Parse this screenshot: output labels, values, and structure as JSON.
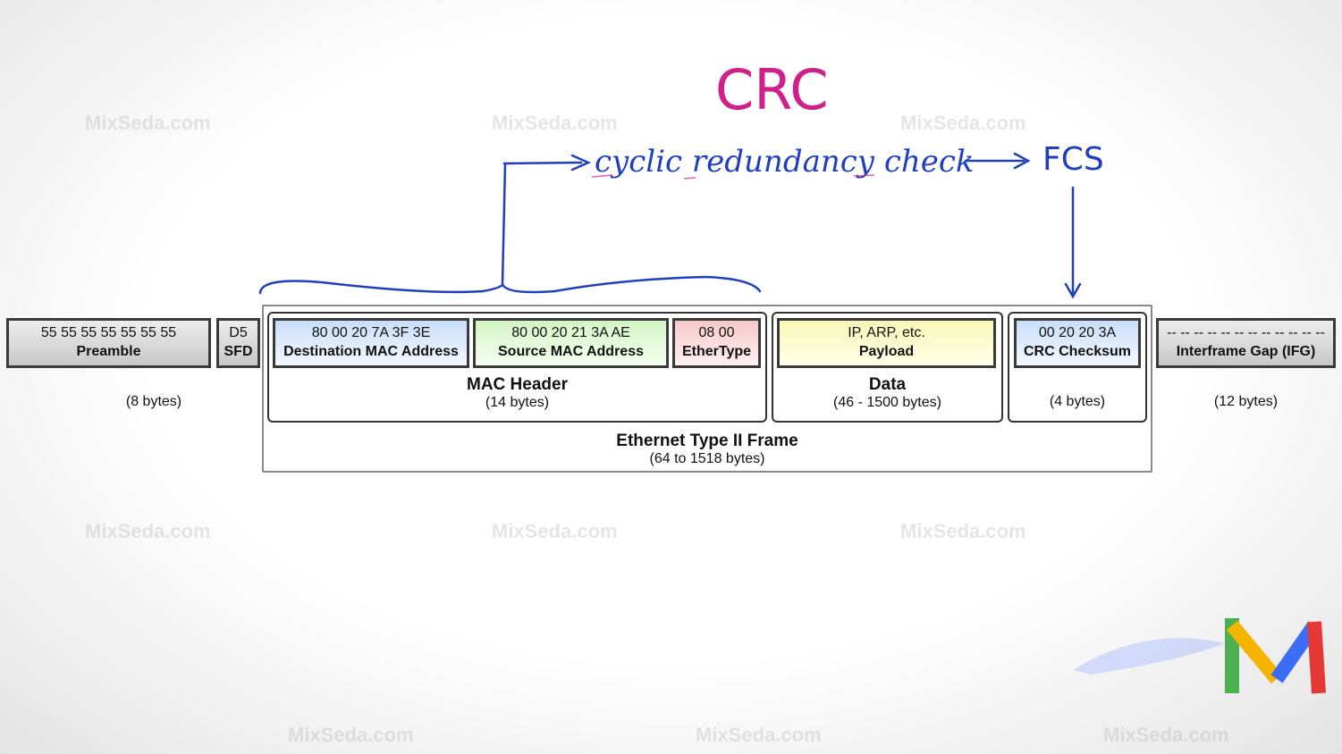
{
  "annotations": {
    "title": "CRC",
    "expansion": "cyclic redundancy check",
    "fcs": "FCS"
  },
  "fields": {
    "preamble": {
      "value": "55  55  55  55  55  55  55",
      "label": "Preamble",
      "size": "(8 bytes)"
    },
    "sfd": {
      "value": "D5",
      "label": "SFD"
    },
    "dest": {
      "value": "80  00  20  7A  3F  3E",
      "label": "Destination MAC Address"
    },
    "src": {
      "value": "80  00  20  21  3A  AE",
      "label": "Source MAC Address"
    },
    "ethertype": {
      "value": "08  00",
      "label": "EtherType"
    },
    "payload": {
      "value": "IP, ARP, etc.",
      "label": "Payload"
    },
    "crc": {
      "value": "00  20  20  3A",
      "label": "CRC Checksum",
      "size": "(4 bytes)"
    },
    "ifg": {
      "value": "-- -- -- -- -- -- -- -- -- -- -- --",
      "label": "Interframe Gap (IFG)",
      "size": "(12 bytes)"
    }
  },
  "groups": {
    "mac": {
      "title": "MAC Header",
      "size": "(14 bytes)"
    },
    "data": {
      "title": "Data",
      "size": "(46 - 1500 bytes)"
    },
    "frame": {
      "title": "Ethernet Type II Frame",
      "size": "(64 to 1518 bytes)"
    }
  },
  "watermark": "MixSeda.com",
  "colors": {
    "handwriting": "#1f3fbf",
    "title": "#d0208a"
  }
}
